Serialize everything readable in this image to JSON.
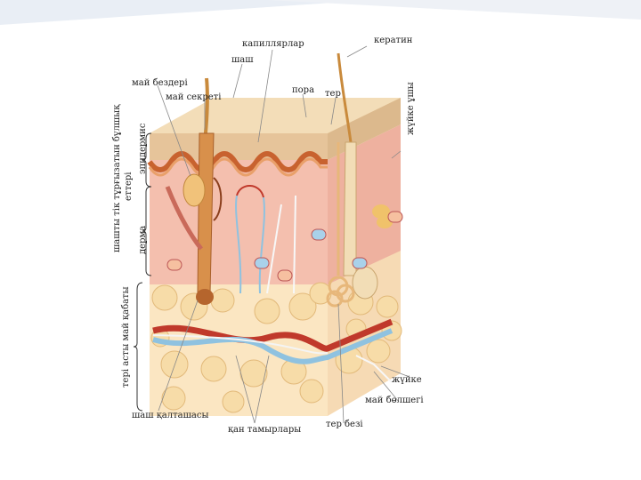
{
  "labels": {
    "capillaries": "капиллярлар",
    "keratin": "кератин",
    "hair": "шаш",
    "sebaceous_glands": "май бездері",
    "sebum": "май секреті",
    "pore": "пора",
    "sweat": "тер",
    "nerve_end": "жүйке ұшы",
    "epidermis": "эпидермис",
    "dermis": "дерма",
    "hair_muscle_line1": "шашты тік тұрғызатын бұлшық",
    "hair_muscle_line2": "еттері",
    "subcutaneous_fat": "тері асты май қабаты",
    "nerve": "жүйке",
    "fat_lobule": "май бөлшегі",
    "hair_follicle": "шаш қалташасы",
    "blood_vessels": "қан тамырлары",
    "sweat_gland": "тер безі"
  },
  "colors": {
    "epidermis": "#e8c79a",
    "dermis": "#f3b9a6",
    "fat": "#f7dca8",
    "hair": "#c98a3c",
    "artery": "#c0392b",
    "vein": "#7fb6d8",
    "nerve": "#f2f2f2"
  }
}
